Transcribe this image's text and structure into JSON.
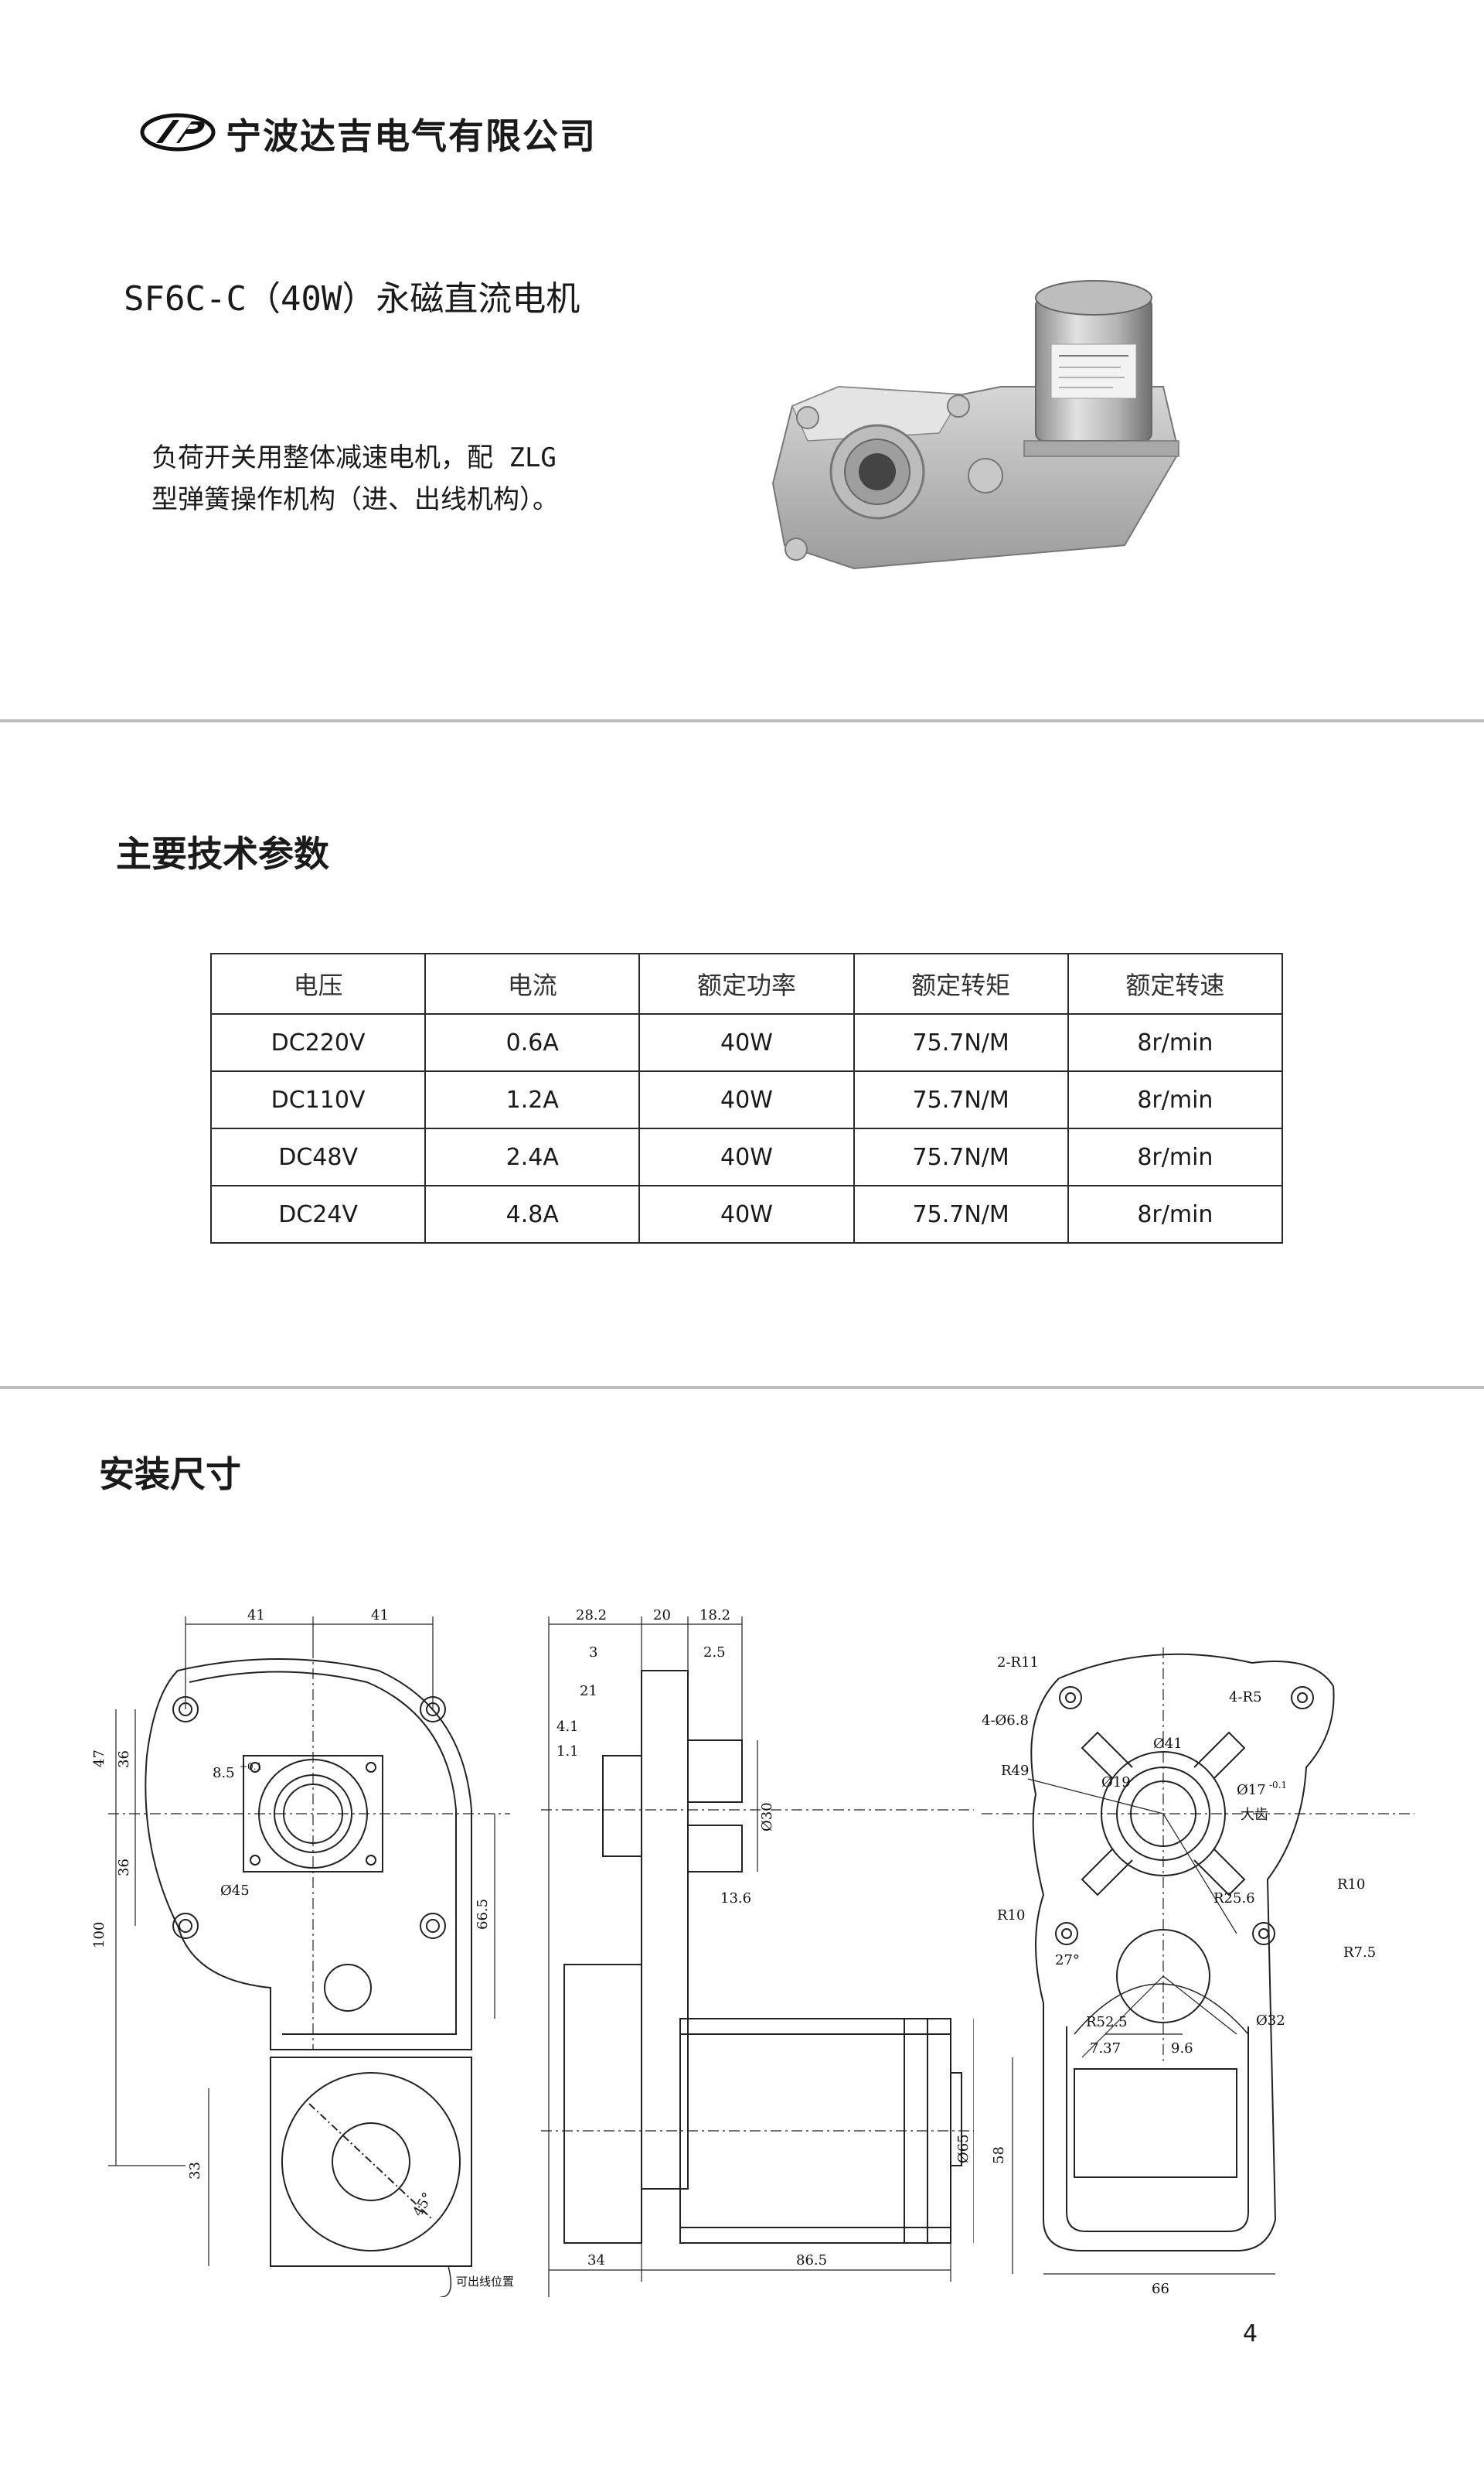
{
  "header": {
    "company_name": "宁波达吉电气有限公司",
    "logo_icon": "company-logo-icon"
  },
  "product": {
    "title": "SF6C-C（40W）永磁直流电机",
    "description_line1": "负荷开关用整体减速电机，配 ZLG",
    "description_line2": "型弹簧操作机构（进、出线机构）。"
  },
  "specs": {
    "section_title": "主要技术参数",
    "columns": [
      "电压",
      "电流",
      "额定功率",
      "额定转矩",
      "额定转速"
    ],
    "rows": [
      [
        "DC220V",
        "0.6A",
        "40W",
        "75.7N/M",
        "8r/min"
      ],
      [
        "DC110V",
        "1.2A",
        "40W",
        "75.7N/M",
        "8r/min"
      ],
      [
        "DC48V",
        "2.4A",
        "40W",
        "75.7N/M",
        "8r/min"
      ],
      [
        "DC24V",
        "4.8A",
        "40W",
        "75.7N/M",
        "8r/min"
      ]
    ]
  },
  "install": {
    "section_title": "安装尺寸",
    "front": {
      "top_left": "41",
      "top_right": "41",
      "left_47": "47",
      "left_36a": "36",
      "left_36b": "36",
      "left_100": "100",
      "left_33": "33",
      "d85": "8.5",
      "d85sup": "+0.1",
      "d45": "Ø45",
      "r665": "66.5",
      "a45": "45°",
      "note": "可出线位置"
    },
    "side": {
      "t282": "28.2",
      "t20": "20",
      "t182": "18.2",
      "t3": "3",
      "t25": "2.5",
      "t21": "21",
      "t41": "4.1",
      "t11": "1.1",
      "d30": "Ø30",
      "t136": "13.6",
      "d65": "Ø65",
      "b34": "34",
      "b865": "86.5"
    },
    "rear": {
      "r11": "2-R11",
      "h68": "4-Ø6.8",
      "r5": "4-R5",
      "r49": "R49",
      "d41": "Ø41",
      "d19": "Ø19",
      "d17": "Ø17",
      "d17tol": "-0.1",
      "big": "大齿",
      "r256": "R25.6",
      "r10a": "R10",
      "r10b": "R10",
      "r75": "R7.5",
      "a27": "27°",
      "r525": "R52.5",
      "d32": "Ø32",
      "v737": "7.37",
      "v96": "9.6",
      "v58": "58",
      "v66": "66"
    }
  },
  "page": {
    "number": "4"
  }
}
